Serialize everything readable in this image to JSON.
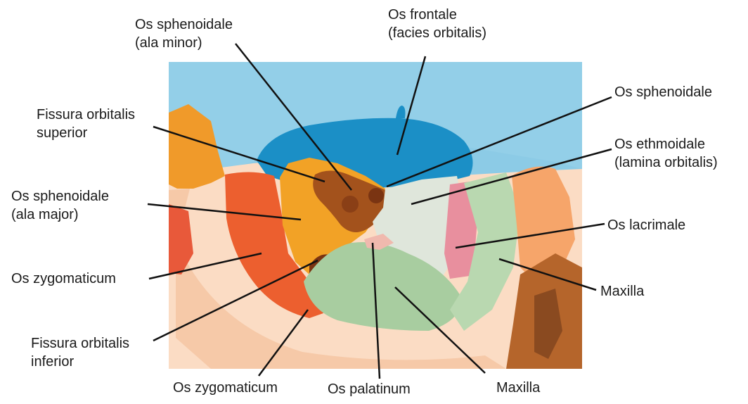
{
  "labels": {
    "sphenoidale_minor": {
      "line1": "Os sphenoidale",
      "line2": "(ala minor)"
    },
    "frontale": {
      "line1": "Os frontale",
      "line2": "(facies orbitalis)"
    },
    "sphenoidale": {
      "line1": "Os sphenoidale"
    },
    "fissura_superior": {
      "line1": "Fissura orbitalis",
      "line2": "superior"
    },
    "ethmoidale": {
      "line1": "Os ethmoidale",
      "line2": "(lamina orbitalis)"
    },
    "sphenoidale_major": {
      "line1": "Os sphenoidale",
      "line2": "(ala major)"
    },
    "lacrimale": {
      "line1": "Os lacrimale"
    },
    "zygomaticum_left": {
      "line1": "Os zygomaticum"
    },
    "maxilla_right": {
      "line1": "Maxilla"
    },
    "fissura_inferior": {
      "line1": "Fissura orbitalis",
      "line2": "inferior"
    },
    "zygomaticum_bottom": {
      "line1": "Os zygomaticum"
    },
    "palatinum": {
      "line1": "Os palatinum"
    },
    "maxilla_bottom": {
      "line1": "Maxilla"
    }
  },
  "colors": {
    "frontal_light": "#8ccbe6",
    "frontal_dark": "#1b8fc6",
    "sphenoid_major": "#f2a226",
    "sphenoid_minor": "#a3521c",
    "zygomatic_red": "#ec5f2f",
    "zygomatic_light": "#fbdcc4",
    "ethmoid": "#dfe6db",
    "lacrimal": "#e88f9e",
    "maxilla_green": "#a8cda0",
    "palatine": "#f0b9ae",
    "leader_line": "#111111"
  }
}
